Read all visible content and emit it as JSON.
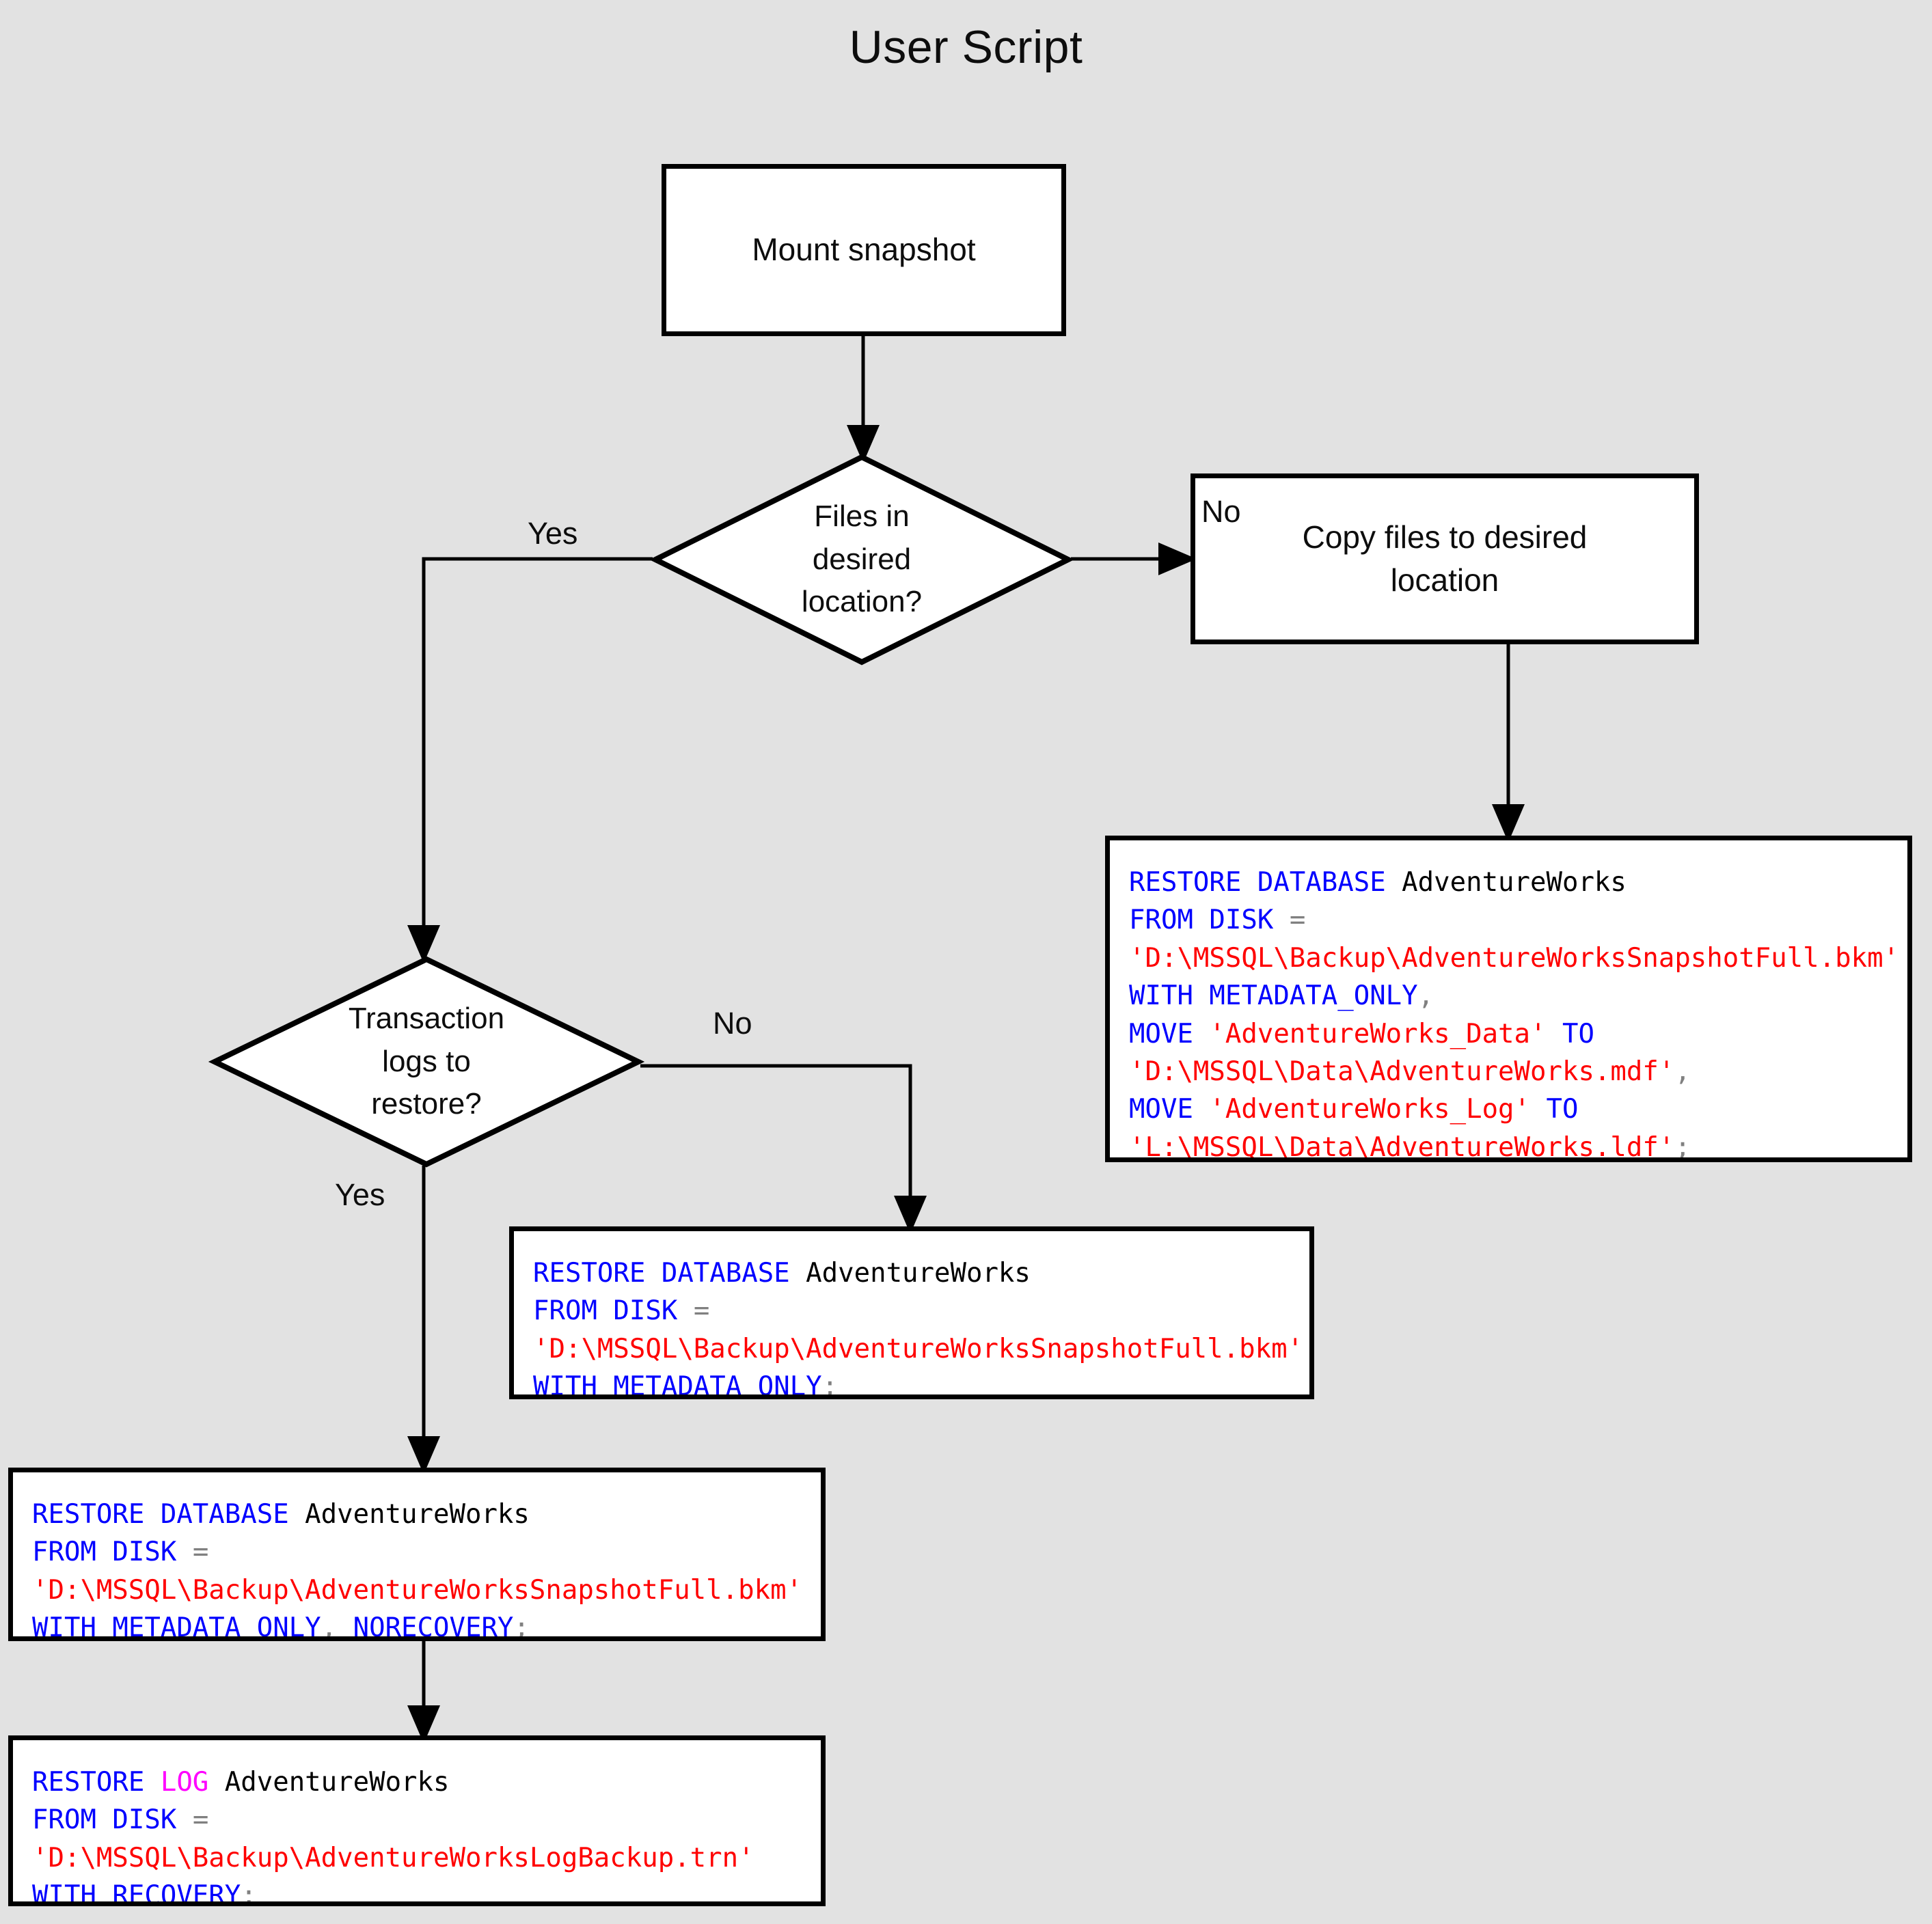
{
  "title": "User Script",
  "colors": {
    "background": "#e2e2e2",
    "node_fill": "#ffffff",
    "stroke": "#000000",
    "keyword": "#0000ff",
    "string": "#ff0000",
    "punctuation": "#808080",
    "identifier": "#000000",
    "log_keyword": "#ff00ff"
  },
  "nodes": {
    "mount_snapshot": {
      "label": "Mount snapshot"
    },
    "files_in_desired_location": {
      "label": "Files in\ndesired\nlocation?"
    },
    "copy_files": {
      "label": "Copy files to desired\nlocation"
    },
    "transaction_logs": {
      "label": "Transaction\nlogs to\nrestore?"
    }
  },
  "edge_labels": {
    "files_yes": "Yes",
    "files_no": "No",
    "logs_yes": "Yes",
    "logs_no": "No"
  },
  "code_blocks": {
    "restore_with_move": {
      "lines": [
        [
          {
            "t": "RESTORE DATABASE ",
            "c": "kw"
          },
          {
            "t": "AdventureWorks",
            "c": "id"
          }
        ],
        [
          {
            "t": "FROM DISK ",
            "c": "kw"
          },
          {
            "t": "=",
            "c": "pun"
          }
        ],
        [
          {
            "t": "'D:\\MSSQL\\Backup\\AdventureWorksSnapshotFull.bkm'",
            "c": "str"
          }
        ],
        [
          {
            "t": "WITH METADATA_ONLY",
            "c": "kw"
          },
          {
            "t": ",",
            "c": "pun"
          }
        ],
        [
          {
            "t": "MOVE ",
            "c": "kw"
          },
          {
            "t": "'AdventureWorks_Data'",
            "c": "str"
          },
          {
            "t": " TO",
            "c": "kw"
          }
        ],
        [
          {
            "t": "'D:\\MSSQL\\Data\\AdventureWorks.mdf'",
            "c": "str"
          },
          {
            "t": ",",
            "c": "pun"
          }
        ],
        [
          {
            "t": "MOVE ",
            "c": "kw"
          },
          {
            "t": "'AdventureWorks_Log'",
            "c": "str"
          },
          {
            "t": " TO",
            "c": "kw"
          }
        ],
        [
          {
            "t": "'L:\\MSSQL\\Data\\AdventureWorks.ldf'",
            "c": "str"
          },
          {
            "t": ";",
            "c": "pun"
          }
        ]
      ]
    },
    "restore_metadata_only": {
      "lines": [
        [
          {
            "t": "RESTORE DATABASE ",
            "c": "kw"
          },
          {
            "t": "AdventureWorks",
            "c": "id"
          }
        ],
        [
          {
            "t": "FROM DISK ",
            "c": "kw"
          },
          {
            "t": "=",
            "c": "pun"
          }
        ],
        [
          {
            "t": "'D:\\MSSQL\\Backup\\AdventureWorksSnapshotFull.bkm'",
            "c": "str"
          }
        ],
        [
          {
            "t": "WITH METADATA_ONLY",
            "c": "kw"
          },
          {
            "t": ";",
            "c": "pun"
          }
        ]
      ]
    },
    "restore_norecovery": {
      "lines": [
        [
          {
            "t": "RESTORE DATABASE ",
            "c": "kw"
          },
          {
            "t": "AdventureWorks",
            "c": "id"
          }
        ],
        [
          {
            "t": "FROM DISK ",
            "c": "kw"
          },
          {
            "t": "=",
            "c": "pun"
          }
        ],
        [
          {
            "t": "'D:\\MSSQL\\Backup\\AdventureWorksSnapshotFull.bkm'",
            "c": "str"
          }
        ],
        [
          {
            "t": "WITH METADATA_ONLY",
            "c": "kw"
          },
          {
            "t": ", ",
            "c": "pun"
          },
          {
            "t": "NORECOVERY",
            "c": "kw"
          },
          {
            "t": ";",
            "c": "pun"
          }
        ]
      ]
    },
    "restore_log": {
      "lines": [
        [
          {
            "t": "RESTORE ",
            "c": "kw"
          },
          {
            "t": "LOG",
            "c": "log"
          },
          {
            "t": " ",
            "c": "kw"
          },
          {
            "t": "AdventureWorks",
            "c": "id"
          }
        ],
        [
          {
            "t": "FROM DISK ",
            "c": "kw"
          },
          {
            "t": "=",
            "c": "pun"
          }
        ],
        [
          {
            "t": "'D:\\MSSQL\\Backup\\AdventureWorksLogBackup.trn'",
            "c": "str"
          }
        ],
        [
          {
            "t": "WITH RECOVERY",
            "c": "kw"
          },
          {
            "t": ";",
            "c": "pun"
          }
        ]
      ]
    }
  }
}
